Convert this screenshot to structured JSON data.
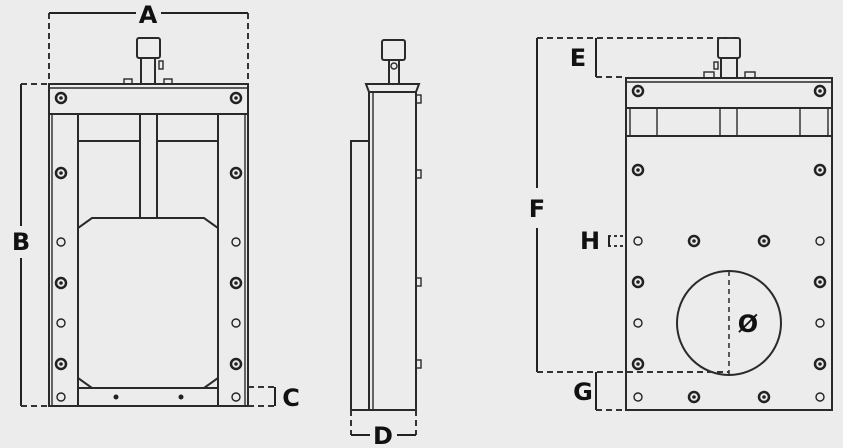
{
  "labels": {
    "a": "A",
    "b": "B",
    "c": "C",
    "d": "D",
    "e": "E",
    "f": "F",
    "g": "G",
    "h": "H",
    "diameter": "Ø"
  },
  "colors": {
    "background": "#ececec",
    "line": "#2a2a2a"
  }
}
